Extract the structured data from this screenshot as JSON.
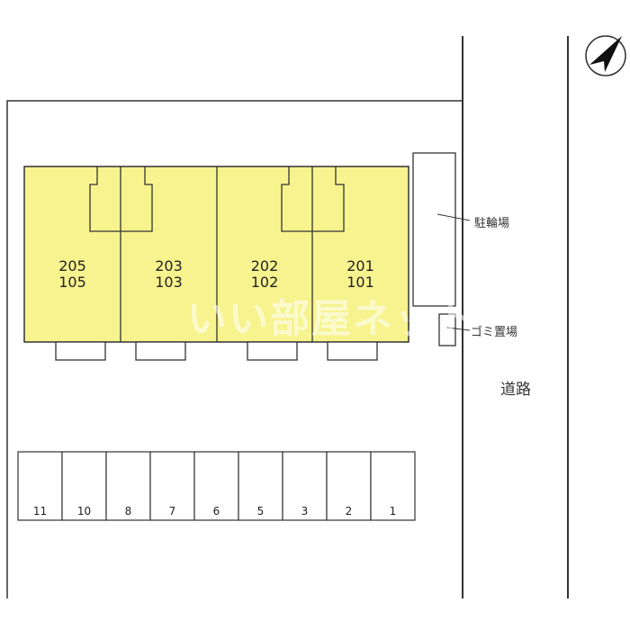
{
  "colors": {
    "building_fill": "#f7f38e",
    "line": "#333333"
  },
  "compass": {
    "icon": "north-arrow-icon"
  },
  "building": {
    "units": [
      {
        "upper": "205",
        "lower": "105"
      },
      {
        "upper": "203",
        "lower": "103"
      },
      {
        "upper": "202",
        "lower": "102"
      },
      {
        "upper": "201",
        "lower": "101"
      }
    ]
  },
  "labels": {
    "bicycle_parking": "駐輪場",
    "garbage_area": "ゴミ置場",
    "road": "道路"
  },
  "parking": {
    "stalls": [
      "11",
      "10",
      "8",
      "7",
      "6",
      "5",
      "3",
      "2",
      "1"
    ]
  },
  "watermark": "いい部屋ネット"
}
